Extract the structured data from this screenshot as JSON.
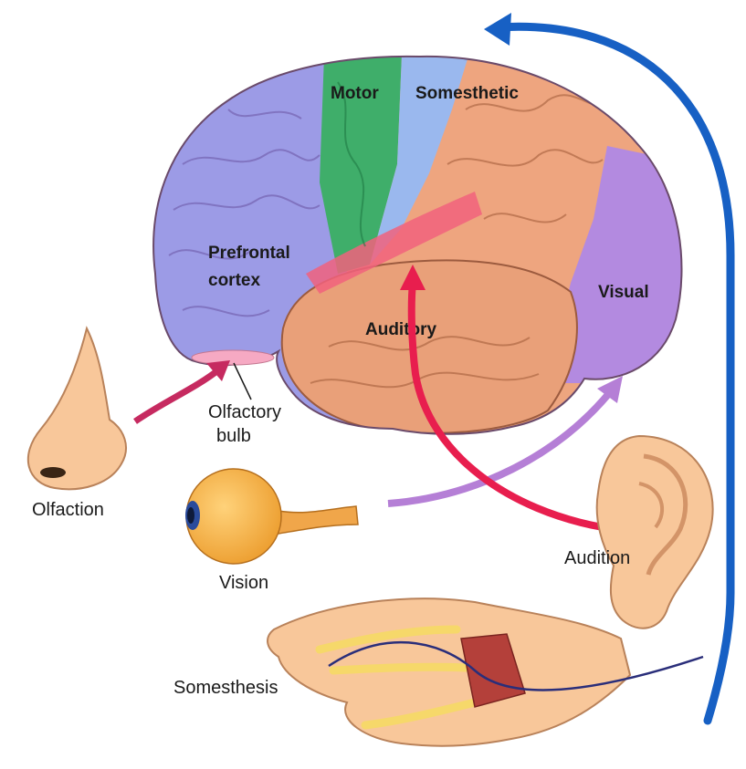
{
  "diagram": {
    "regions": {
      "motor": "Motor",
      "somesthetic": "Somesthetic",
      "prefrontal_line1": "Prefrontal",
      "prefrontal_line2": "cortex",
      "visual": "Visual",
      "auditory": "Auditory"
    },
    "labels": {
      "olfactory_line1": "Olfactory",
      "olfactory_line2": "bulb",
      "olfaction": "Olfaction",
      "vision": "Vision",
      "audition": "Audition",
      "somesthesis": "Somesthesis"
    },
    "colors": {
      "prefrontal": "#9c9be6",
      "motor": "#3fae6a",
      "somesthetic": "#9ab8ee",
      "parietal_temporal": "#eea57f",
      "visual": "#b38ae0",
      "auditory_strip": "#f1627d",
      "arrow_blue": "#1760c4",
      "arrow_red": "#e81e4e",
      "arrow_purple": "#b57fd6",
      "arrow_magenta": "#c62a60",
      "skin": "#f8c79a",
      "bone": "#f6d86a"
    }
  }
}
